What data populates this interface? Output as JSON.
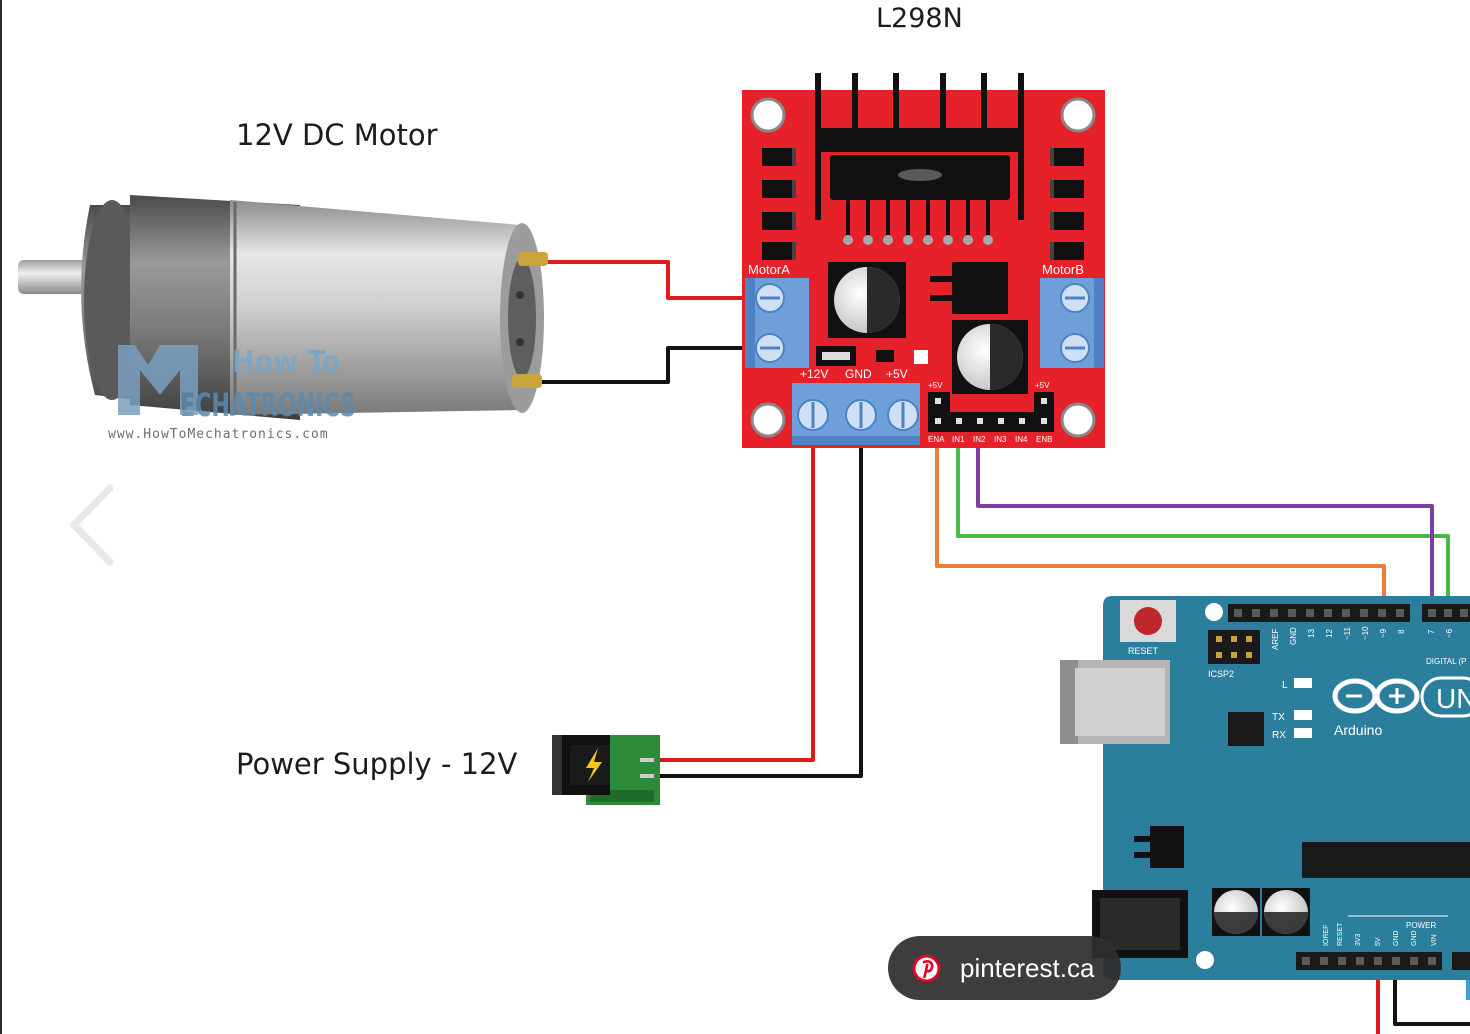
{
  "labels": {
    "driver_title": "L298N",
    "motor_title": "12V DC Motor",
    "power_title": "Power Supply - 12V"
  },
  "driver": {
    "motor_a": "MotorA",
    "motor_b": "MotorB",
    "power_pins": [
      "+12V",
      "GND",
      "+5V"
    ],
    "plus5v": "+5V",
    "control_pins": [
      "ENA",
      "IN1",
      "IN2",
      "IN3",
      "IN4",
      "ENB"
    ]
  },
  "watermark": {
    "line1": "How To",
    "line2": "ECHATRONICS",
    "url": "www.HowToMechatronics.com"
  },
  "arduino": {
    "reset": "RESET",
    "icsp": "ICSP2",
    "led_l": "L",
    "led_tx": "TX",
    "led_rx": "RX",
    "brand": "Arduino",
    "model": "UN",
    "digital": "DIGITAL (P",
    "power": "POWER",
    "aref": "AREF",
    "gnd": "GND",
    "pin_labels": [
      "13",
      "12",
      "~11",
      "~10",
      "~9",
      "8",
      "7",
      "~6"
    ],
    "power_pin_labels": [
      "IOREF",
      "RESET",
      "3V3",
      "5V",
      "GND",
      "GND",
      "VIN"
    ]
  },
  "badge": {
    "source": "pinterest.ca",
    "icon": "pinterest-icon"
  },
  "nav": {
    "prev_icon": "chevron-left-icon"
  },
  "colors": {
    "board_red": "#e62129",
    "terminal_blue": "#6f9fd8",
    "arduino_teal": "#2b7e9c",
    "wire_red": "#e01a1a",
    "wire_black": "#111111",
    "wire_orange": "#f07a3a",
    "wire_green": "#4cb84c",
    "wire_purple": "#7b3fa0"
  }
}
